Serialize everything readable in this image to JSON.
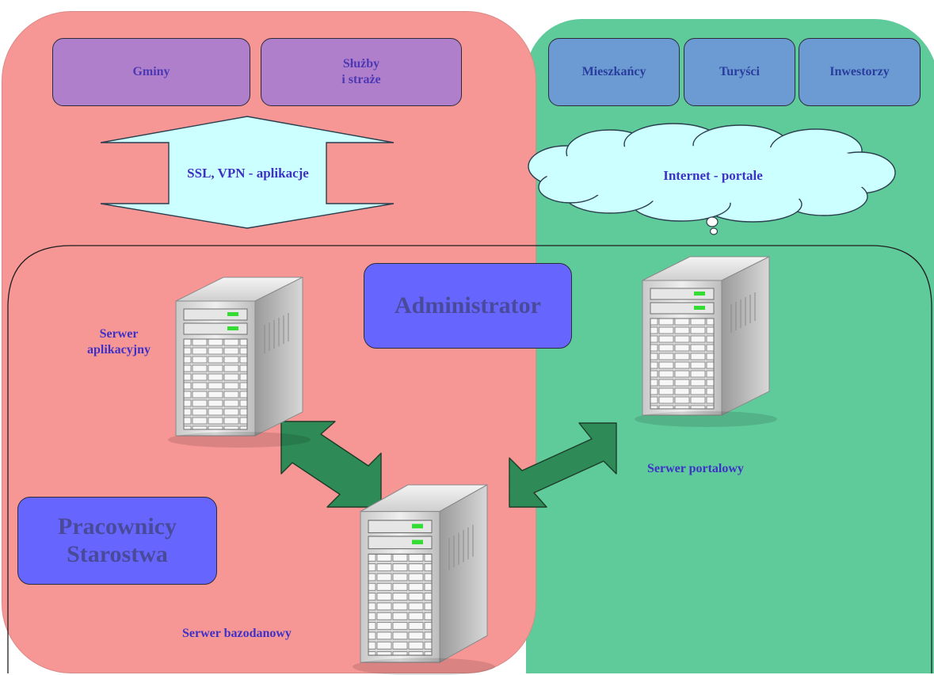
{
  "top_left": {
    "gminy": "Gminy",
    "sluzby": "Służby\ni straże",
    "connection": "SSL, VPN - aplikacje"
  },
  "top_right": {
    "mieszkancy": "Mieszkańcy",
    "turysci": "Turyści",
    "inwestorzy": "Inwestorzy",
    "cloud": "Internet - portale"
  },
  "roles": {
    "administrator": "Administrator",
    "pracownicy": "Pracownicy\nStarostwa"
  },
  "servers": {
    "aplikacyjny": "Serwer\naplikacyjny",
    "bazodanowy": "Serwer bazodanowy",
    "portalowy": "Serwer portalowy"
  },
  "colors": {
    "left_zone": "#f79795",
    "right_zone": "#5fcb9b",
    "purple_box": "#b07fcc",
    "blue_box": "#6b9bd2",
    "role_box": "#6666ff",
    "arrow_light": "#ccffff",
    "arrow_green": "#2e8b57",
    "text": "#3d31c6"
  },
  "icons": [
    "server-icon",
    "double-arrow-icon",
    "cloud-icon"
  ]
}
